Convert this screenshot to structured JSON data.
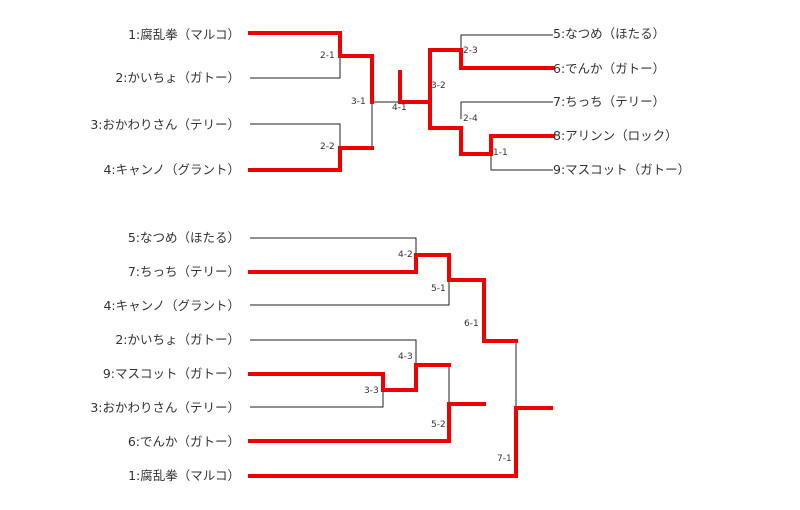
{
  "colors": {
    "win": "#ee0000",
    "line": "#222222",
    "text": "#333333"
  },
  "bracket1": {
    "left": [
      {
        "label": "1:腐乱拳（マルコ）",
        "winner": true
      },
      {
        "label": "2:かいちょ（ガトー）",
        "winner": false
      },
      {
        "label": "3:おかわりさん（テリー）",
        "winner": false
      },
      {
        "label": "4:キャンノ（グラント）",
        "winner": true
      }
    ],
    "right": [
      {
        "label": "5:なつめ（ほたる）",
        "winner": false
      },
      {
        "label": "6:でんか（ガトー）",
        "winner": true
      },
      {
        "label": "7:ちっち（テリー）",
        "winner": false
      },
      {
        "label": "8:アリンン（ロック）",
        "winner": true
      },
      {
        "label": "9:マスコット（ガトー）",
        "winner": false
      }
    ],
    "matches": [
      "2-1",
      "2-2",
      "3-1",
      "4-1",
      "2-3",
      "3-2",
      "2-4",
      "1-1"
    ]
  },
  "bracket2": {
    "players": [
      {
        "label": "5:なつめ（ほたる）",
        "winner": false
      },
      {
        "label": "7:ちっち（テリー）",
        "winner": true
      },
      {
        "label": "4:キャンノ（グラント）",
        "winner": false
      },
      {
        "label": "2:かいちょ（ガトー）",
        "winner": false
      },
      {
        "label": "9:マスコット（ガトー）",
        "winner": true
      },
      {
        "label": "3:おかわりさん（テリー）",
        "winner": false
      },
      {
        "label": "6:でんか（ガトー）",
        "winner": true
      },
      {
        "label": "1:腐乱拳（マルコ）",
        "winner": true
      }
    ],
    "matches": [
      "4-2",
      "5-1",
      "6-1",
      "4-3",
      "3-3",
      "5-2",
      "7-1"
    ]
  }
}
